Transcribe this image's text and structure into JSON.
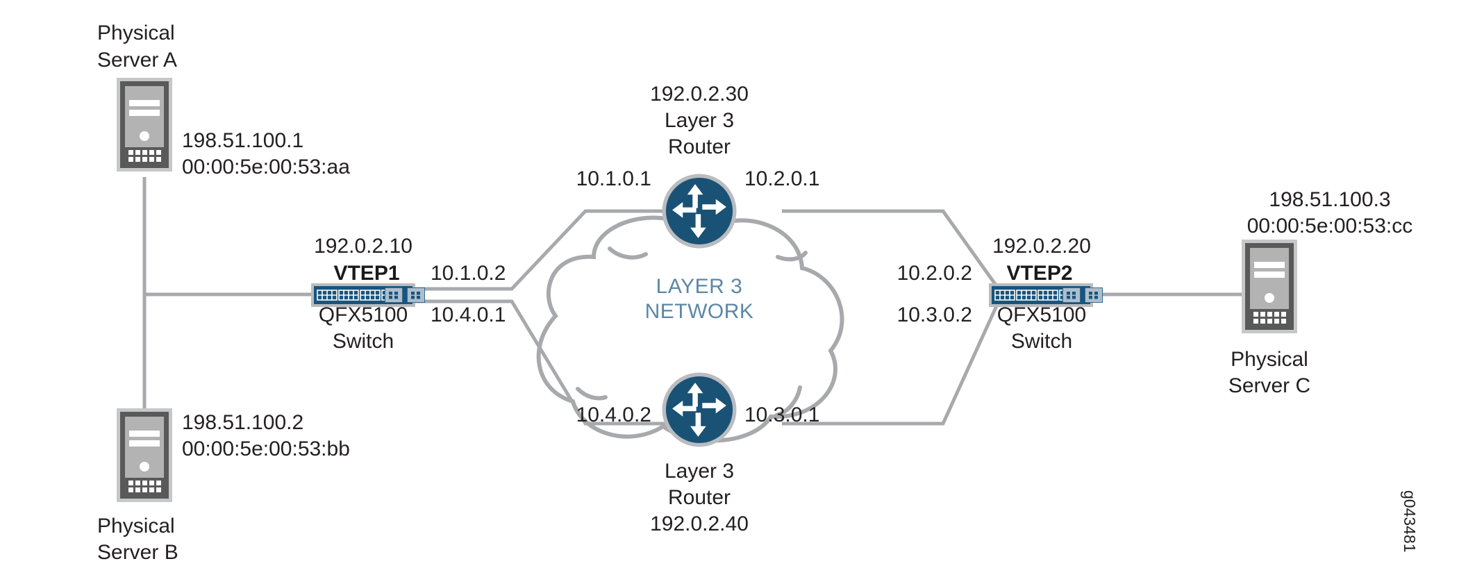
{
  "diagram": {
    "title": "VXLAN Layer 3 Network Topology",
    "watermark": "g043481",
    "colors": {
      "line": "#a8a9ad",
      "device_blue": "#1a5276",
      "device_blue_alt": "#17557f",
      "cloud_text": "#5b87a5",
      "text": "#231f20",
      "server_body": "#b3b3b3",
      "server_border": "#595959",
      "server_frame": "#c6c7c9",
      "module_fill": "#aebecd",
      "background": "#ffffff"
    },
    "cloud": {
      "line1": "LAYER 3",
      "line2": "NETWORK"
    },
    "servers": [
      {
        "id": "server-a",
        "name_line1": "Physical",
        "name_line2": "Server A",
        "ip": "198.51.100.1",
        "mac": "00:00:5e:00:53:aa",
        "icon": "server-tower-icon"
      },
      {
        "id": "server-b",
        "name_line1": "Physical",
        "name_line2": "Server B",
        "ip": "198.51.100.2",
        "mac": "00:00:5e:00:53:bb",
        "icon": "server-tower-icon"
      },
      {
        "id": "server-c",
        "name_line1": "Physical",
        "name_line2": "Server C",
        "ip": "198.51.100.3",
        "mac": "00:00:5e:00:53:cc",
        "icon": "server-tower-icon"
      }
    ],
    "switches": [
      {
        "id": "vtep1",
        "loopback": "192.0.2.10",
        "vtep_label": "VTEP1",
        "model": "QFX5100",
        "type": "Switch",
        "icon": "switch-icon",
        "interfaces": [
          {
            "label": "10.1.0.2"
          },
          {
            "label": "10.4.0.1"
          }
        ]
      },
      {
        "id": "vtep2",
        "loopback": "192.0.2.20",
        "vtep_label": "VTEP2",
        "model": "QFX5100",
        "type": "Switch",
        "icon": "switch-icon",
        "interfaces": [
          {
            "label": "10.2.0.2"
          },
          {
            "label": "10.3.0.2"
          }
        ]
      }
    ],
    "routers": [
      {
        "id": "router-top",
        "loopback": "192.0.2.30",
        "name_line1": "Layer 3",
        "name_line2": "Router",
        "icon": "router-icon",
        "interface_left": "10.1.0.1",
        "interface_right": "10.2.0.1"
      },
      {
        "id": "router-bottom",
        "loopback": "192.0.2.40",
        "name_line1": "Layer 3",
        "name_line2": "Router",
        "icon": "router-icon",
        "interface_left": "10.4.0.2",
        "interface_right": "10.3.0.1"
      }
    ]
  }
}
